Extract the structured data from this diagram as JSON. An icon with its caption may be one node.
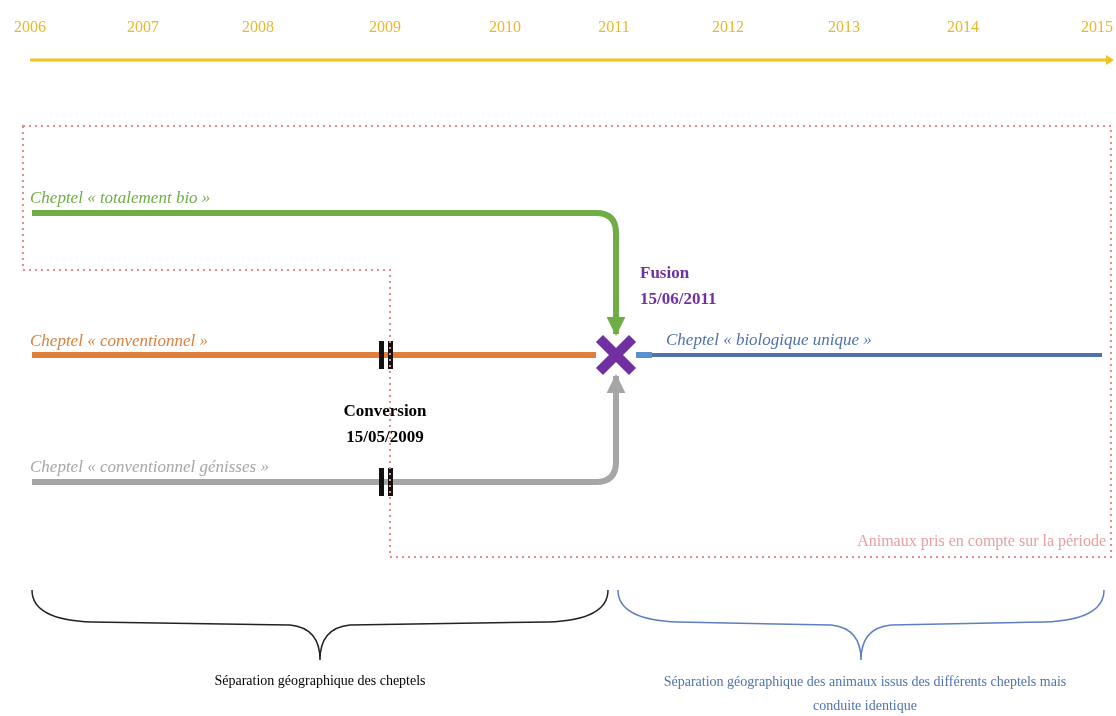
{
  "diagram": {
    "nodes": [
      {
        "text": [
          "Animaux pris en compte sur la période"
        ]
      },
      {
        "text": [
          "Cheptel « totalement bio »"
        ],
        "in": 0
      },
      {
        "text": [
          "Cheptel « conventionnel »"
        ]
      },
      {
        "text": [
          "Cheptel « conventionnel génisses »"
        ]
      },
      {
        "text": [],
        "shape": "cross",
        "in": 0
      },
      {
        "text": [
          "Cheptel « biologique unique »"
        ],
        "in": 0
      }
    ],
    "edges": [
      {
        "from": 1,
        "to": 4,
        "arrow": "to",
        "color": "#70ad47"
      },
      {
        "from": 2,
        "to": 4,
        "arrow": "none",
        "color": "#e07f3a"
      },
      {
        "from": 3,
        "to": 4,
        "arrow": "to",
        "color": "#a6a6a6"
      },
      {
        "from": 4,
        "to": 5,
        "arrow": "none",
        "color": "#5b8fce"
      }
    ],
    "labels": [
      "2006",
      "2007",
      "2008",
      "2009",
      "2010",
      "2011",
      "2012",
      "2013",
      "2014",
      "2015",
      "Fusion 15/06/2011",
      "Conversion 15/05/2009",
      "Séparation géographique des cheptels",
      "Séparation géographique des animaux issus des différents cheptels mais conduite identique"
    ]
  }
}
